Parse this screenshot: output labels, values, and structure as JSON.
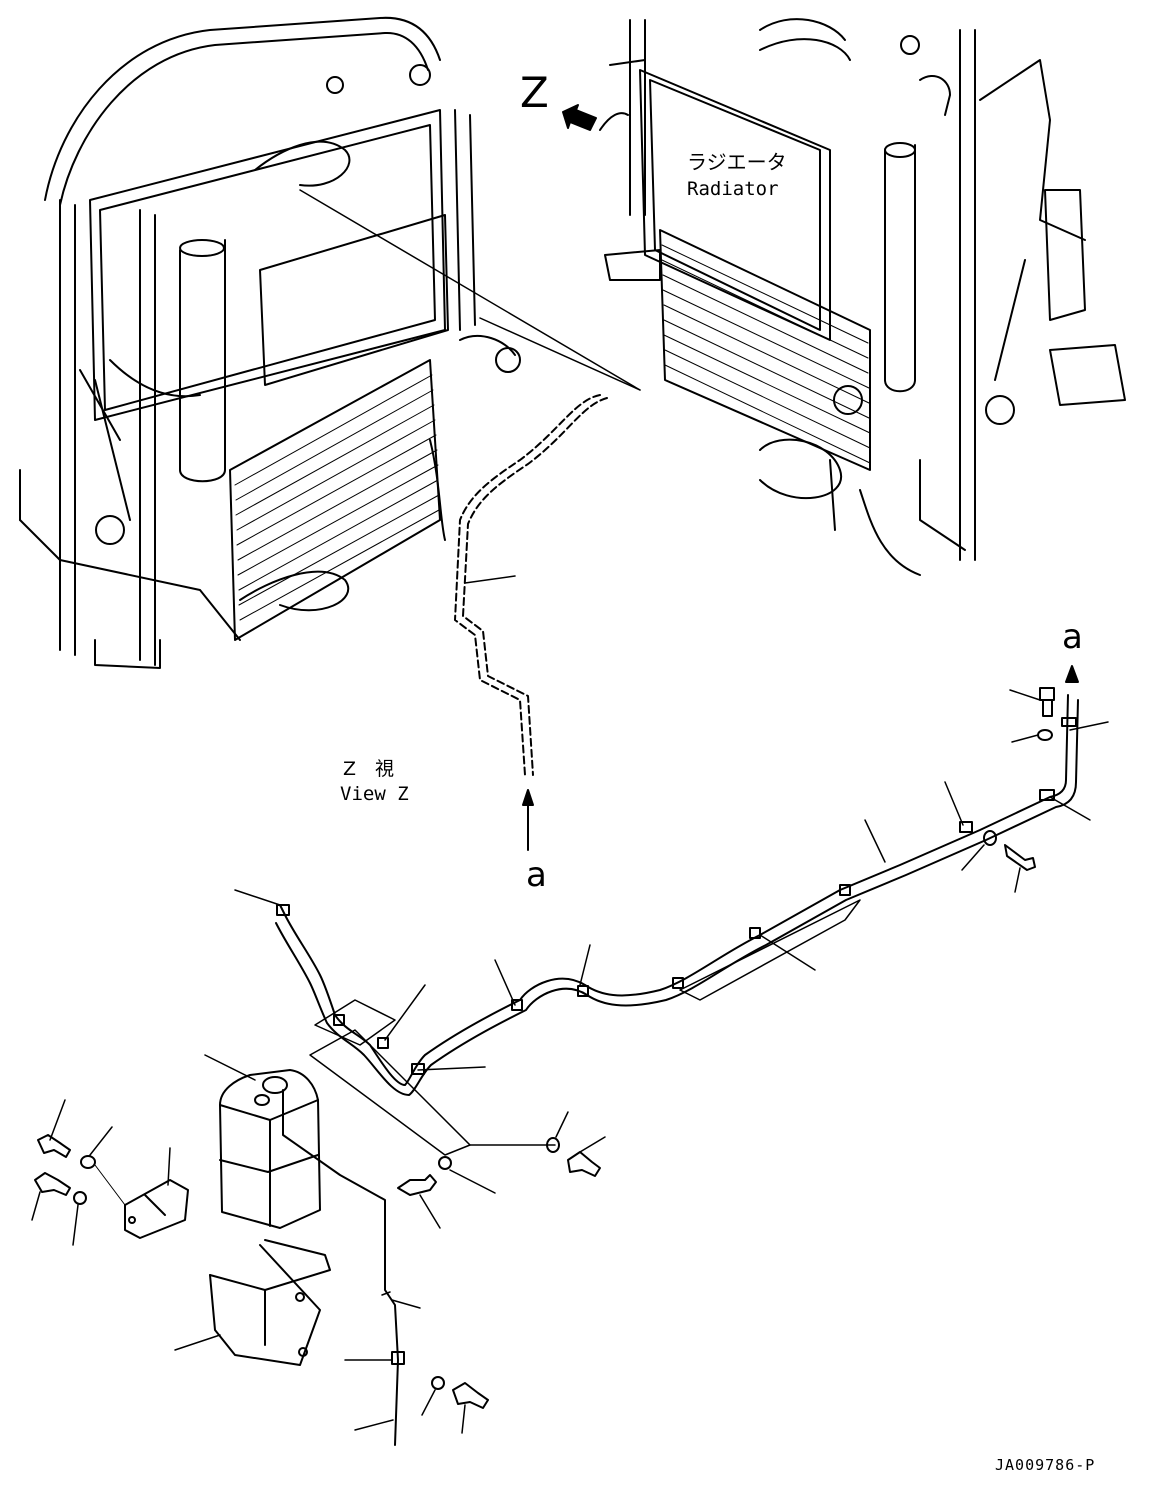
{
  "labels": {
    "z_marker": "Z",
    "radiator_jp": "ラジエータ",
    "radiator_en": "Radiator",
    "view_z_jp": "Z　視",
    "view_z_en": "View Z",
    "a_mid": "a",
    "a_right": "a",
    "part_code": "JA009786-P"
  }
}
